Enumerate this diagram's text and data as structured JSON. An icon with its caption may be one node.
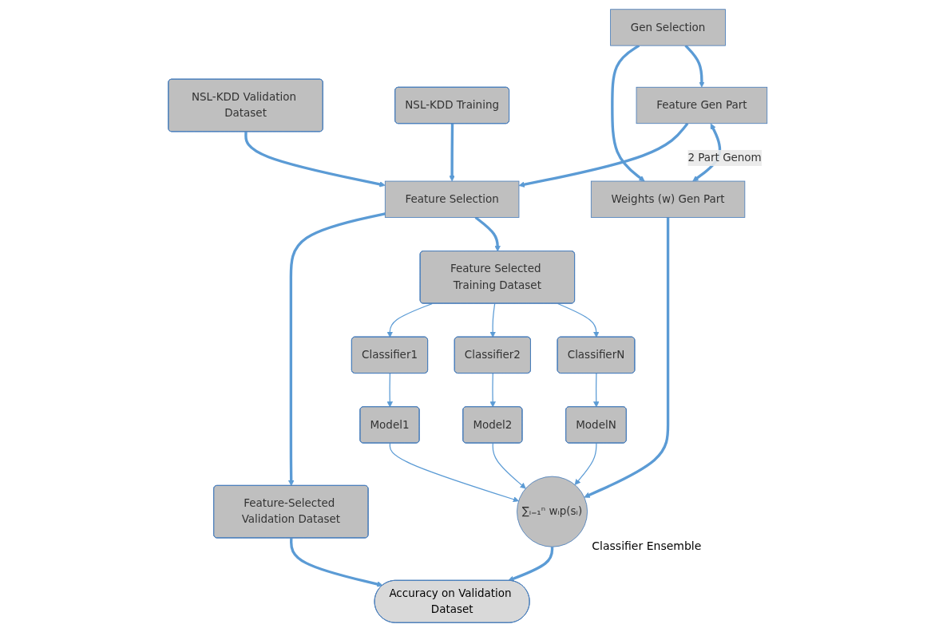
{
  "diagram": {
    "nodes": [
      {
        "text": [
          "NSL-KDD Validation Dataset"
        ]
      },
      {
        "text": [
          "NSL-KDD Training"
        ]
      },
      {
        "text": [
          "Gen Selection"
        ]
      },
      {
        "text": [
          "Weights  (w) Gen Part"
        ]
      },
      {
        "text": [
          "Feature Selection"
        ]
      },
      {
        "text": [
          "Feature  Gen Part"
        ]
      },
      {
        "text": [
          "Feature-Selected Validation Dataset"
        ]
      },
      {
        "text": [
          "Feature Selected Training Dataset"
        ]
      },
      {
        "text": [
          "Classifier1"
        ]
      },
      {
        "text": [
          "Classifier2"
        ]
      },
      {
        "text": [
          "ClassifierN"
        ]
      },
      {
        "text": [
          "Model1"
        ]
      },
      {
        "text": [
          "Model2"
        ]
      },
      {
        "text": [
          "ModelN"
        ]
      },
      {
        "text": [
          "∑ᵢ₌₁ⁿ wᵢp(sᵢ)"
        ],
        "beside": [
          "Classifier Ensemble"
        ]
      },
      {
        "text": [
          "Accuracy on Validation Dataset"
        ]
      }
    ],
    "edges": [
      {
        "from": 0,
        "to": 4,
        "arrow": "to"
      },
      {
        "from": 1,
        "to": 4,
        "arrow": "to"
      },
      {
        "from": 2,
        "to": 3,
        "arrow": "to"
      },
      {
        "from": 2,
        "to": 5,
        "arrow": "to"
      },
      {
        "from": 5,
        "to": 4,
        "arrow": "to"
      },
      {
        "from": 5,
        "to": 3,
        "arrow": "both",
        "label": "2 Part Genom"
      },
      {
        "from": 3,
        "to": 14,
        "arrow": "to"
      },
      {
        "from": 4,
        "to": 6,
        "arrow": "to"
      },
      {
        "from": 4,
        "to": 7,
        "arrow": "to"
      },
      {
        "from": 7,
        "to": 8,
        "arrow": "to"
      },
      {
        "from": 7,
        "to": 9,
        "arrow": "to"
      },
      {
        "from": 7,
        "to": 10,
        "arrow": "to"
      },
      {
        "from": 8,
        "to": 11,
        "arrow": "to"
      },
      {
        "from": 9,
        "to": 12,
        "arrow": "to"
      },
      {
        "from": 10,
        "to": 13,
        "arrow": "to"
      },
      {
        "from": 11,
        "to": 14,
        "arrow": "to"
      },
      {
        "from": 12,
        "to": 14,
        "arrow": "to"
      },
      {
        "from": 13,
        "to": 14,
        "arrow": "to"
      },
      {
        "from": 6,
        "to": 15,
        "arrow": "to"
      },
      {
        "from": 14,
        "to": 15,
        "arrow": "to"
      }
    ]
  }
}
